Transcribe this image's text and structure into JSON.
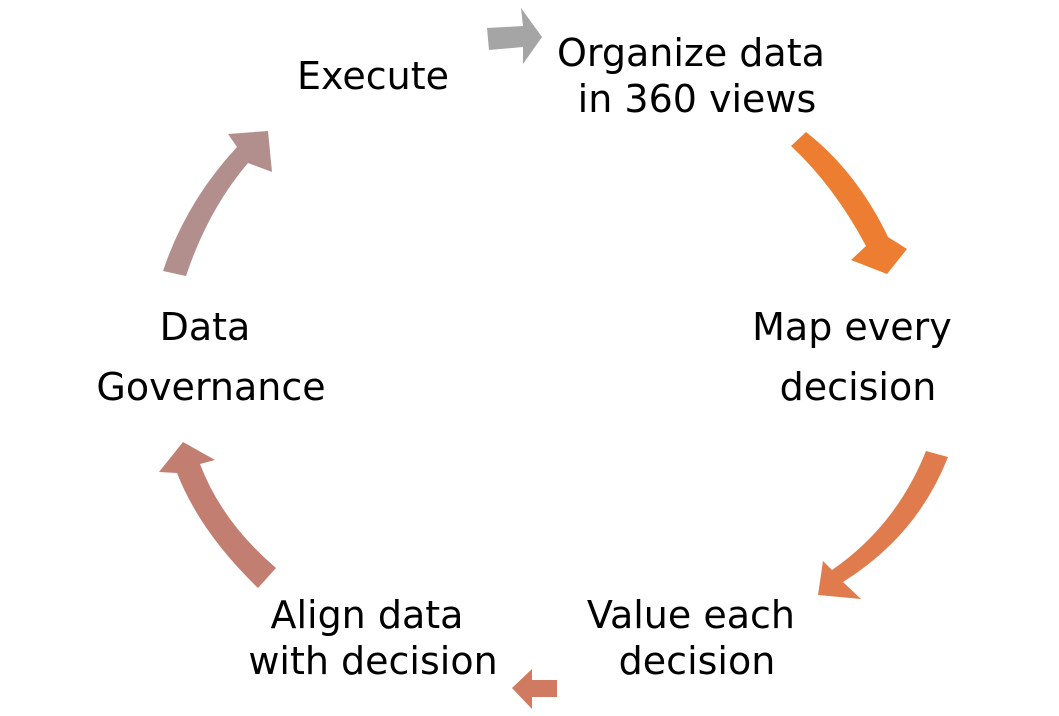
{
  "diagram": {
    "type": "cycle",
    "nodes": [
      {
        "id": "organize",
        "lines": [
          "Organize data",
          "in 360 views"
        ]
      },
      {
        "id": "map",
        "lines": [
          "Map every",
          "decision"
        ]
      },
      {
        "id": "value",
        "lines": [
          "Value each",
          "decision"
        ]
      },
      {
        "id": "align",
        "lines": [
          "Align data",
          "with decision"
        ]
      },
      {
        "id": "governance",
        "lines": [
          "Data",
          "Governance"
        ]
      },
      {
        "id": "execute",
        "lines": [
          "Execute"
        ]
      }
    ],
    "edges": [
      {
        "from": "execute",
        "to": "organize",
        "color": "#A5A5A5"
      },
      {
        "from": "organize",
        "to": "map",
        "color": "#ED7D31"
      },
      {
        "from": "map",
        "to": "value",
        "color": "#DF7B4D"
      },
      {
        "from": "value",
        "to": "align",
        "color": "#D07A61"
      },
      {
        "from": "align",
        "to": "governance",
        "color": "#C27E70"
      },
      {
        "from": "governance",
        "to": "execute",
        "color": "#B28F8C"
      }
    ]
  }
}
